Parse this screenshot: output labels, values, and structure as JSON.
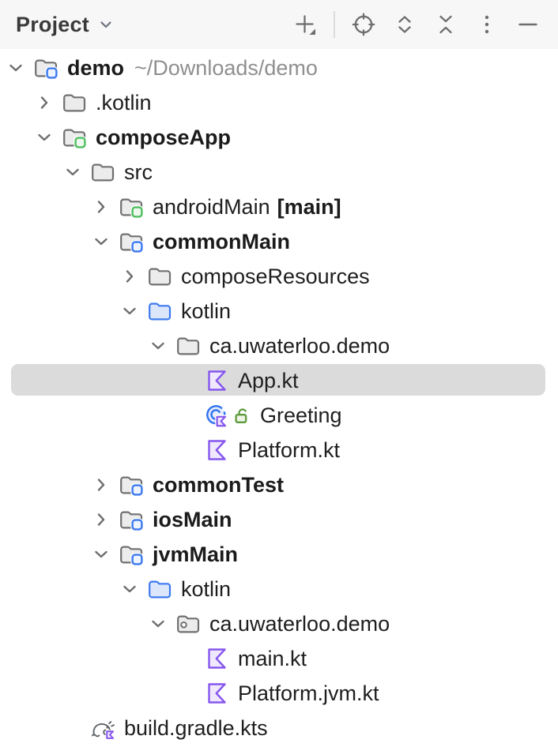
{
  "header": {
    "title": "Project",
    "title_chevron_icon": "chevron-down-icon",
    "tools": [
      {
        "name": "add"
      },
      {
        "name": "divider"
      },
      {
        "name": "locate"
      },
      {
        "name": "expand-all"
      },
      {
        "name": "collapse-all"
      },
      {
        "name": "more-vertical"
      },
      {
        "name": "hide"
      }
    ]
  },
  "colors": {
    "header_bg": "#f7f7f7",
    "selection": "#dbdbdb",
    "icon_gray": "#6e6e6e",
    "folder_fill": "#ececec",
    "folder_stroke": "#707070",
    "blue": "#3c79ef",
    "blue_badge_fill": "#edf3ff",
    "blue_folder_fill": "#dbe6fb",
    "green": "#4fbe60",
    "green_badge_fill": "#edf9ee",
    "purple": "#8657ee",
    "purple_fill": "#efe8fe",
    "class_blue": "#3574f0",
    "class_fill": "#e7effc",
    "lock_green": "#5e9b3c",
    "lock_fill": "#eff5e6",
    "gradle_gray": "#5f6368",
    "text": "#1e1e1e",
    "hint": "#8f8f8f"
  },
  "tree": {
    "rows": [
      {
        "level": 0,
        "expand": "open",
        "icon": "folder-module-blue",
        "label": "demo",
        "bold": true,
        "hint": "~/Downloads/demo"
      },
      {
        "level": 1,
        "expand": "closed",
        "icon": "folder",
        "label": ".kotlin"
      },
      {
        "level": 1,
        "expand": "open",
        "icon": "folder-module-green",
        "label": "composeApp",
        "bold": true
      },
      {
        "level": 2,
        "expand": "open",
        "icon": "folder",
        "label": "src"
      },
      {
        "level": 3,
        "expand": "closed",
        "icon": "folder-module-green",
        "label": "androidMain",
        "suffix": "[main]"
      },
      {
        "level": 3,
        "expand": "open",
        "icon": "folder-module-blue",
        "label": "commonMain",
        "bold": true
      },
      {
        "level": 4,
        "expand": "closed",
        "icon": "folder",
        "label": "composeResources"
      },
      {
        "level": 4,
        "expand": "open",
        "icon": "folder-source-blue",
        "label": "kotlin"
      },
      {
        "level": 5,
        "expand": "open",
        "icon": "folder",
        "label": "ca.uwaterloo.demo"
      },
      {
        "level": 6,
        "expand": "none",
        "icon": "kotlin-file",
        "label": "App.kt",
        "selected": true
      },
      {
        "level": 6,
        "expand": "none",
        "icon": "kotlin-class",
        "label": "Greeting",
        "lock": true
      },
      {
        "level": 6,
        "expand": "none",
        "icon": "kotlin-file",
        "label": "Platform.kt"
      },
      {
        "level": 3,
        "expand": "closed",
        "icon": "folder-module-blue",
        "label": "commonTest",
        "bold": true
      },
      {
        "level": 3,
        "expand": "closed",
        "icon": "folder-module-blue",
        "label": "iosMain",
        "bold": true
      },
      {
        "level": 3,
        "expand": "open",
        "icon": "folder-module-blue",
        "label": "jvmMain",
        "bold": true
      },
      {
        "level": 4,
        "expand": "open",
        "icon": "folder-source-blue",
        "label": "kotlin"
      },
      {
        "level": 5,
        "expand": "open",
        "icon": "package",
        "label": "ca.uwaterloo.demo"
      },
      {
        "level": 6,
        "expand": "none",
        "icon": "kotlin-file",
        "label": "main.kt"
      },
      {
        "level": 6,
        "expand": "none",
        "icon": "kotlin-file",
        "label": "Platform.jvm.kt"
      },
      {
        "level": 2,
        "expand": "none",
        "icon": "gradle-kts",
        "label": "build.gradle.kts"
      }
    ]
  }
}
